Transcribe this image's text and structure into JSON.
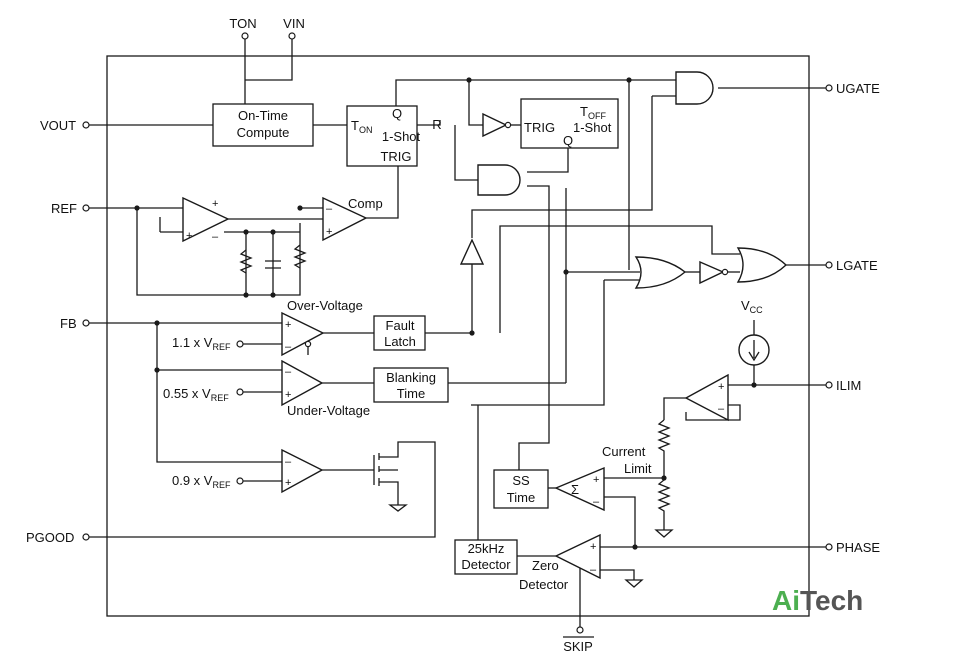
{
  "pins": {
    "ton": "TON",
    "vin": "VIN",
    "vout": "VOUT",
    "ref": "REF",
    "fb": "FB",
    "pgood": "PGOOD",
    "ugate": "UGATE",
    "lgate": "LGATE",
    "ilim": "ILIM",
    "phase": "PHASE",
    "skip": "SKIP"
  },
  "blocks": {
    "on_time_line1": "On-Time",
    "on_time_line2": "Compute",
    "ton_oneshot_ton": "T",
    "ton_oneshot_ton_sub": "ON",
    "ton_oneshot_q": "Q",
    "ton_oneshot_r": "R",
    "ton_oneshot_name": "1-Shot",
    "ton_oneshot_trig": "TRIG",
    "toff_t": "T",
    "toff_sub": "OFF",
    "toff_name": "1-Shot",
    "toff_trig": "TRIG",
    "toff_q": "Q",
    "fault_line1": "Fault",
    "fault_line2": "Latch",
    "blank_line1": "Blanking",
    "blank_line2": "Time",
    "ss_line1": "SS",
    "ss_line2": "Time",
    "det_line1": "25kHz",
    "det_line2": "Detector"
  },
  "labels": {
    "comp": "Comp",
    "over_voltage": "Over-Voltage",
    "under_voltage": "Under-Voltage",
    "ov_ref_prefix": "1.1 x V",
    "uv_ref_prefix": "0.55 x V",
    "pg_ref_prefix": "0.9 x V",
    "ref_sub": "REF",
    "vcc": "V",
    "vcc_sub": "CC",
    "current_limit_1": "Current",
    "current_limit_2": "Limit",
    "zero_1": "Zero",
    "zero_2": "Detector",
    "sigma": "Σ",
    "plus": "+",
    "minus": "–"
  },
  "watermark": {
    "part1": "Ai",
    "part2": "Tech",
    "color_green": "#4caf50",
    "color_gray": "#555555"
  }
}
